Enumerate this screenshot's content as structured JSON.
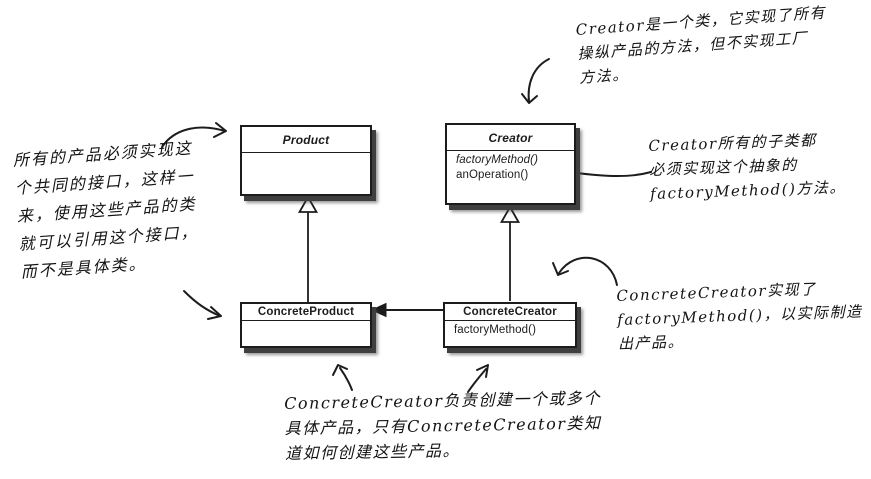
{
  "diagram": {
    "paper_color": "#ffffff",
    "ink_color": "#1c1c1c",
    "classes": {
      "product": {
        "name": "Product",
        "methods": []
      },
      "creator": {
        "name": "Creator",
        "methods": [
          "factoryMethod()",
          "anOperation()"
        ]
      },
      "concrete_product": {
        "name": "ConcreteProduct",
        "methods": []
      },
      "concrete_creator": {
        "name": "ConcreteCreator",
        "methods": [
          "factoryMethod()"
        ]
      }
    },
    "relations": [
      {
        "type": "inheritance",
        "from": "ConcreteProduct",
        "to": "Product"
      },
      {
        "type": "inheritance",
        "from": "ConcreteCreator",
        "to": "Creator"
      },
      {
        "type": "association",
        "from": "ConcreteCreator",
        "to": "ConcreteProduct"
      }
    ]
  },
  "annotations": {
    "product_note": {
      "lines": [
        "所有的产品必须实现这",
        "个共同的接口，这样一",
        "来，使用这些产品的类",
        "就可以引用这个接口，",
        "而不是具体类。"
      ]
    },
    "creator_note": {
      "lines": [
        "Creator是一个类，它实现了所有",
        "操纵产品的方法，但不实现工厂",
        "方法。"
      ]
    },
    "subclass_note": {
      "lines": [
        "Creator所有的子类都",
        "必须实现这个抽象的",
        "factoryMethod()方法。"
      ]
    },
    "concrete_creator_note": {
      "lines": [
        "ConcreteCreator实现了",
        "factoryMethod()，以实际制造",
        "出产品。"
      ]
    },
    "bottom_note": {
      "lines": [
        "ConcreteCreator负责创建一个或多个",
        "具体产品，只有ConcreteCreator类知",
        "道如何创建这些产品。"
      ]
    }
  }
}
